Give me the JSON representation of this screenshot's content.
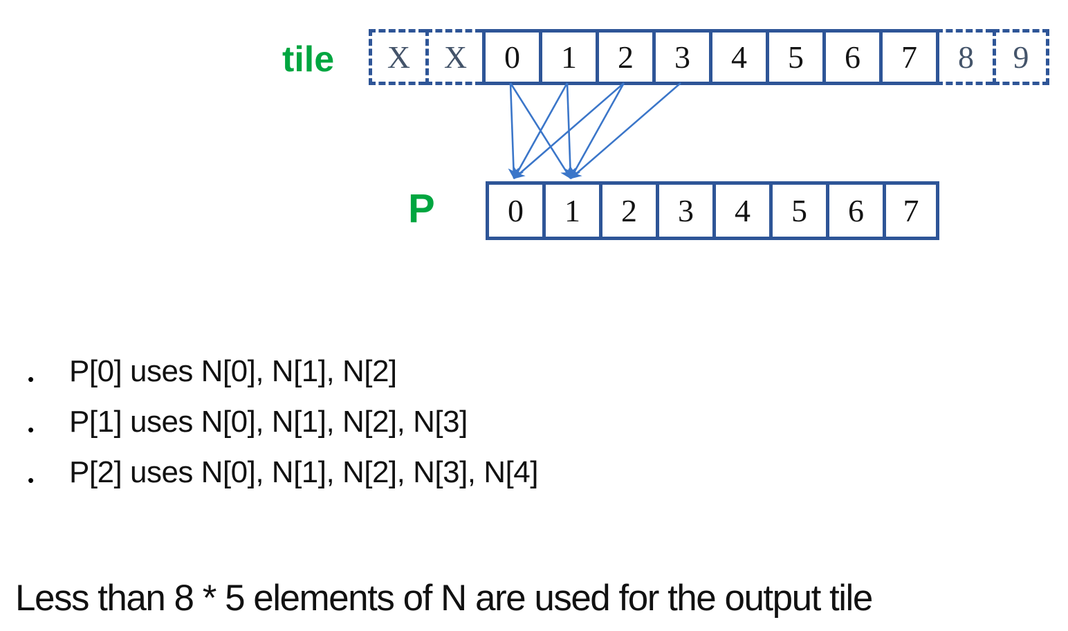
{
  "diagram": {
    "tile": {
      "label": "tile",
      "cells": [
        "X",
        "X",
        "0",
        "1",
        "2",
        "3",
        "4",
        "5",
        "6",
        "7",
        "8",
        "9"
      ]
    },
    "p": {
      "label": "P",
      "cells": [
        "0",
        "1",
        "2",
        "3",
        "4",
        "5",
        "6",
        "7"
      ]
    },
    "arrows": [
      {
        "from": "0",
        "to": "0"
      },
      {
        "from": "0",
        "to": "1"
      },
      {
        "from": "1",
        "to": "0"
      },
      {
        "from": "1",
        "to": "1"
      },
      {
        "from": "2",
        "to": "0"
      },
      {
        "from": "2",
        "to": "1"
      },
      {
        "from": "3",
        "to": "1"
      }
    ]
  },
  "bullets": {
    "glyph": "•",
    "items": [
      "P[0] uses N[0], N[1], N[2]",
      "P[1] uses N[0], N[1], N[2], N[3]",
      "P[2] uses N[0], N[1], N[2], N[3], N[4]"
    ]
  },
  "footer": {
    "text": "Less than 8 * 5 elements of N are used for the output tile"
  },
  "colors": {
    "border_navy": "#2E5597",
    "arrow_blue": "#3B76C9",
    "halo_text": "#44546A",
    "label_green": "#00A640",
    "text_black": "#111111"
  }
}
